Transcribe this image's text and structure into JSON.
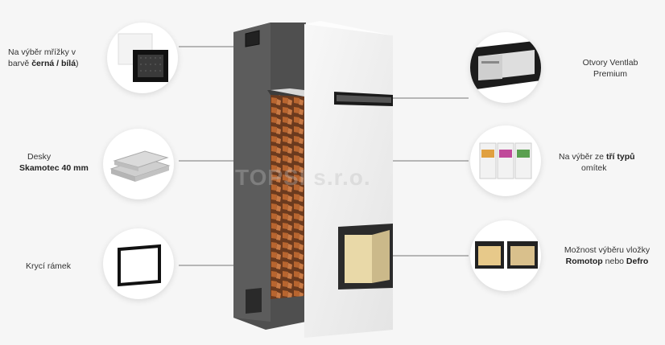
{
  "left": {
    "grille": {
      "line1": "Na výběr mřížky v",
      "line2_pre": "barvě ",
      "bold": "černá / bílá",
      "line2_post": ")"
    },
    "boards": {
      "line1": "Desky",
      "bold": "Skamotec 40 mm"
    },
    "frame": {
      "line1": "Krycí rámek"
    }
  },
  "right": {
    "vents": {
      "line1": "Otvory Ventlab",
      "line2": "Premium"
    },
    "plaster": {
      "line1_pre": "Na výběr ze ",
      "bold": "tří typů",
      "line2": "omítek"
    },
    "insert": {
      "line1": "Možnost výběru vložky",
      "bold1": "Romotop",
      "mid": " nebo ",
      "bold2": "Defro"
    }
  },
  "watermark": "TOPSI s.r.o.",
  "colors": {
    "wall": "#4a4a4a",
    "plaster": "#efefef",
    "wood": "#a0582c",
    "line": "#888888"
  }
}
